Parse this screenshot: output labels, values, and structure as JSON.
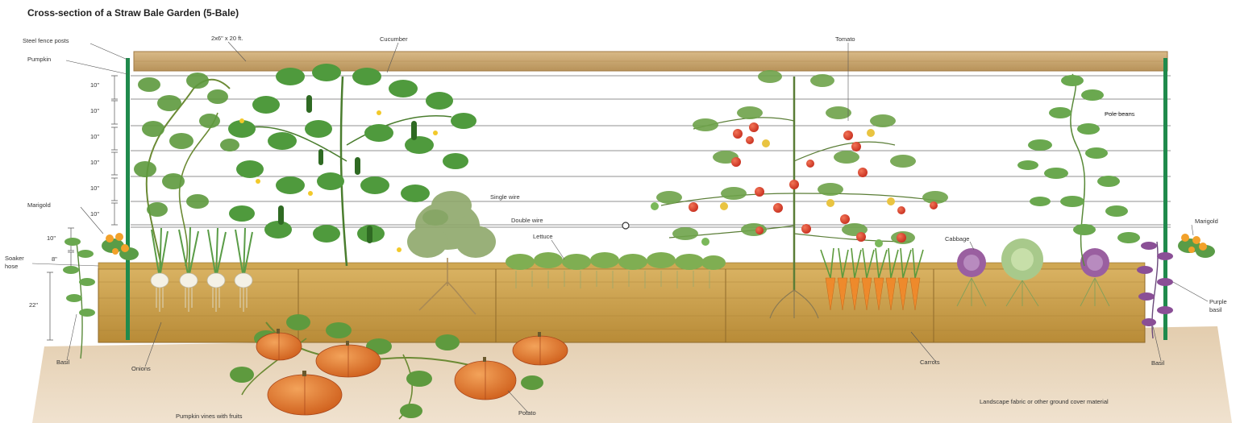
{
  "title": "Cross-section of a Straw Bale Garden (5-Bale)",
  "labels": {
    "steel_fence_posts": "Steel fence posts",
    "pumpkin": "Pumpkin",
    "board": "2x6\" x 20 ft.",
    "cucumber": "Cucumber",
    "tomato": "Tomato",
    "pole_beans": "Pole beans",
    "single_wire": "Single wire",
    "double_wire": "Double wire",
    "lettuce": "Lettuce",
    "cabbage": "Cabbage",
    "marigold_left": "Marigold",
    "marigold_right": "Marigold",
    "soaker_hose_1": "Soaker",
    "soaker_hose_2": "hose",
    "purple_basil_1": "Purple",
    "purple_basil_2": "basil",
    "basil_left": "Basil",
    "basil_right": "Basil",
    "onions": "Onions",
    "carrots": "Carrots",
    "potato": "Potato",
    "pumpkin_vines": "Pumpkin vines with fruits",
    "landscape_fabric": "Landscape fabric or other ground cover material"
  },
  "dimensions": [
    "10\"",
    "10\"",
    "10\"",
    "10\"",
    "10\"",
    "10\"",
    "10\"",
    "8\"",
    "22\""
  ],
  "colors": {
    "post": "#1f8a4c",
    "board": "#c9a66b",
    "straw": "#c9a24e",
    "ground": "#ead8bf",
    "leaf": "#4f9a3d",
    "pumpkin": "#e07a2e",
    "tomato": "#e1452f",
    "carrot": "#ee8a2c",
    "cabbage_purple": "#9a5fa0"
  }
}
